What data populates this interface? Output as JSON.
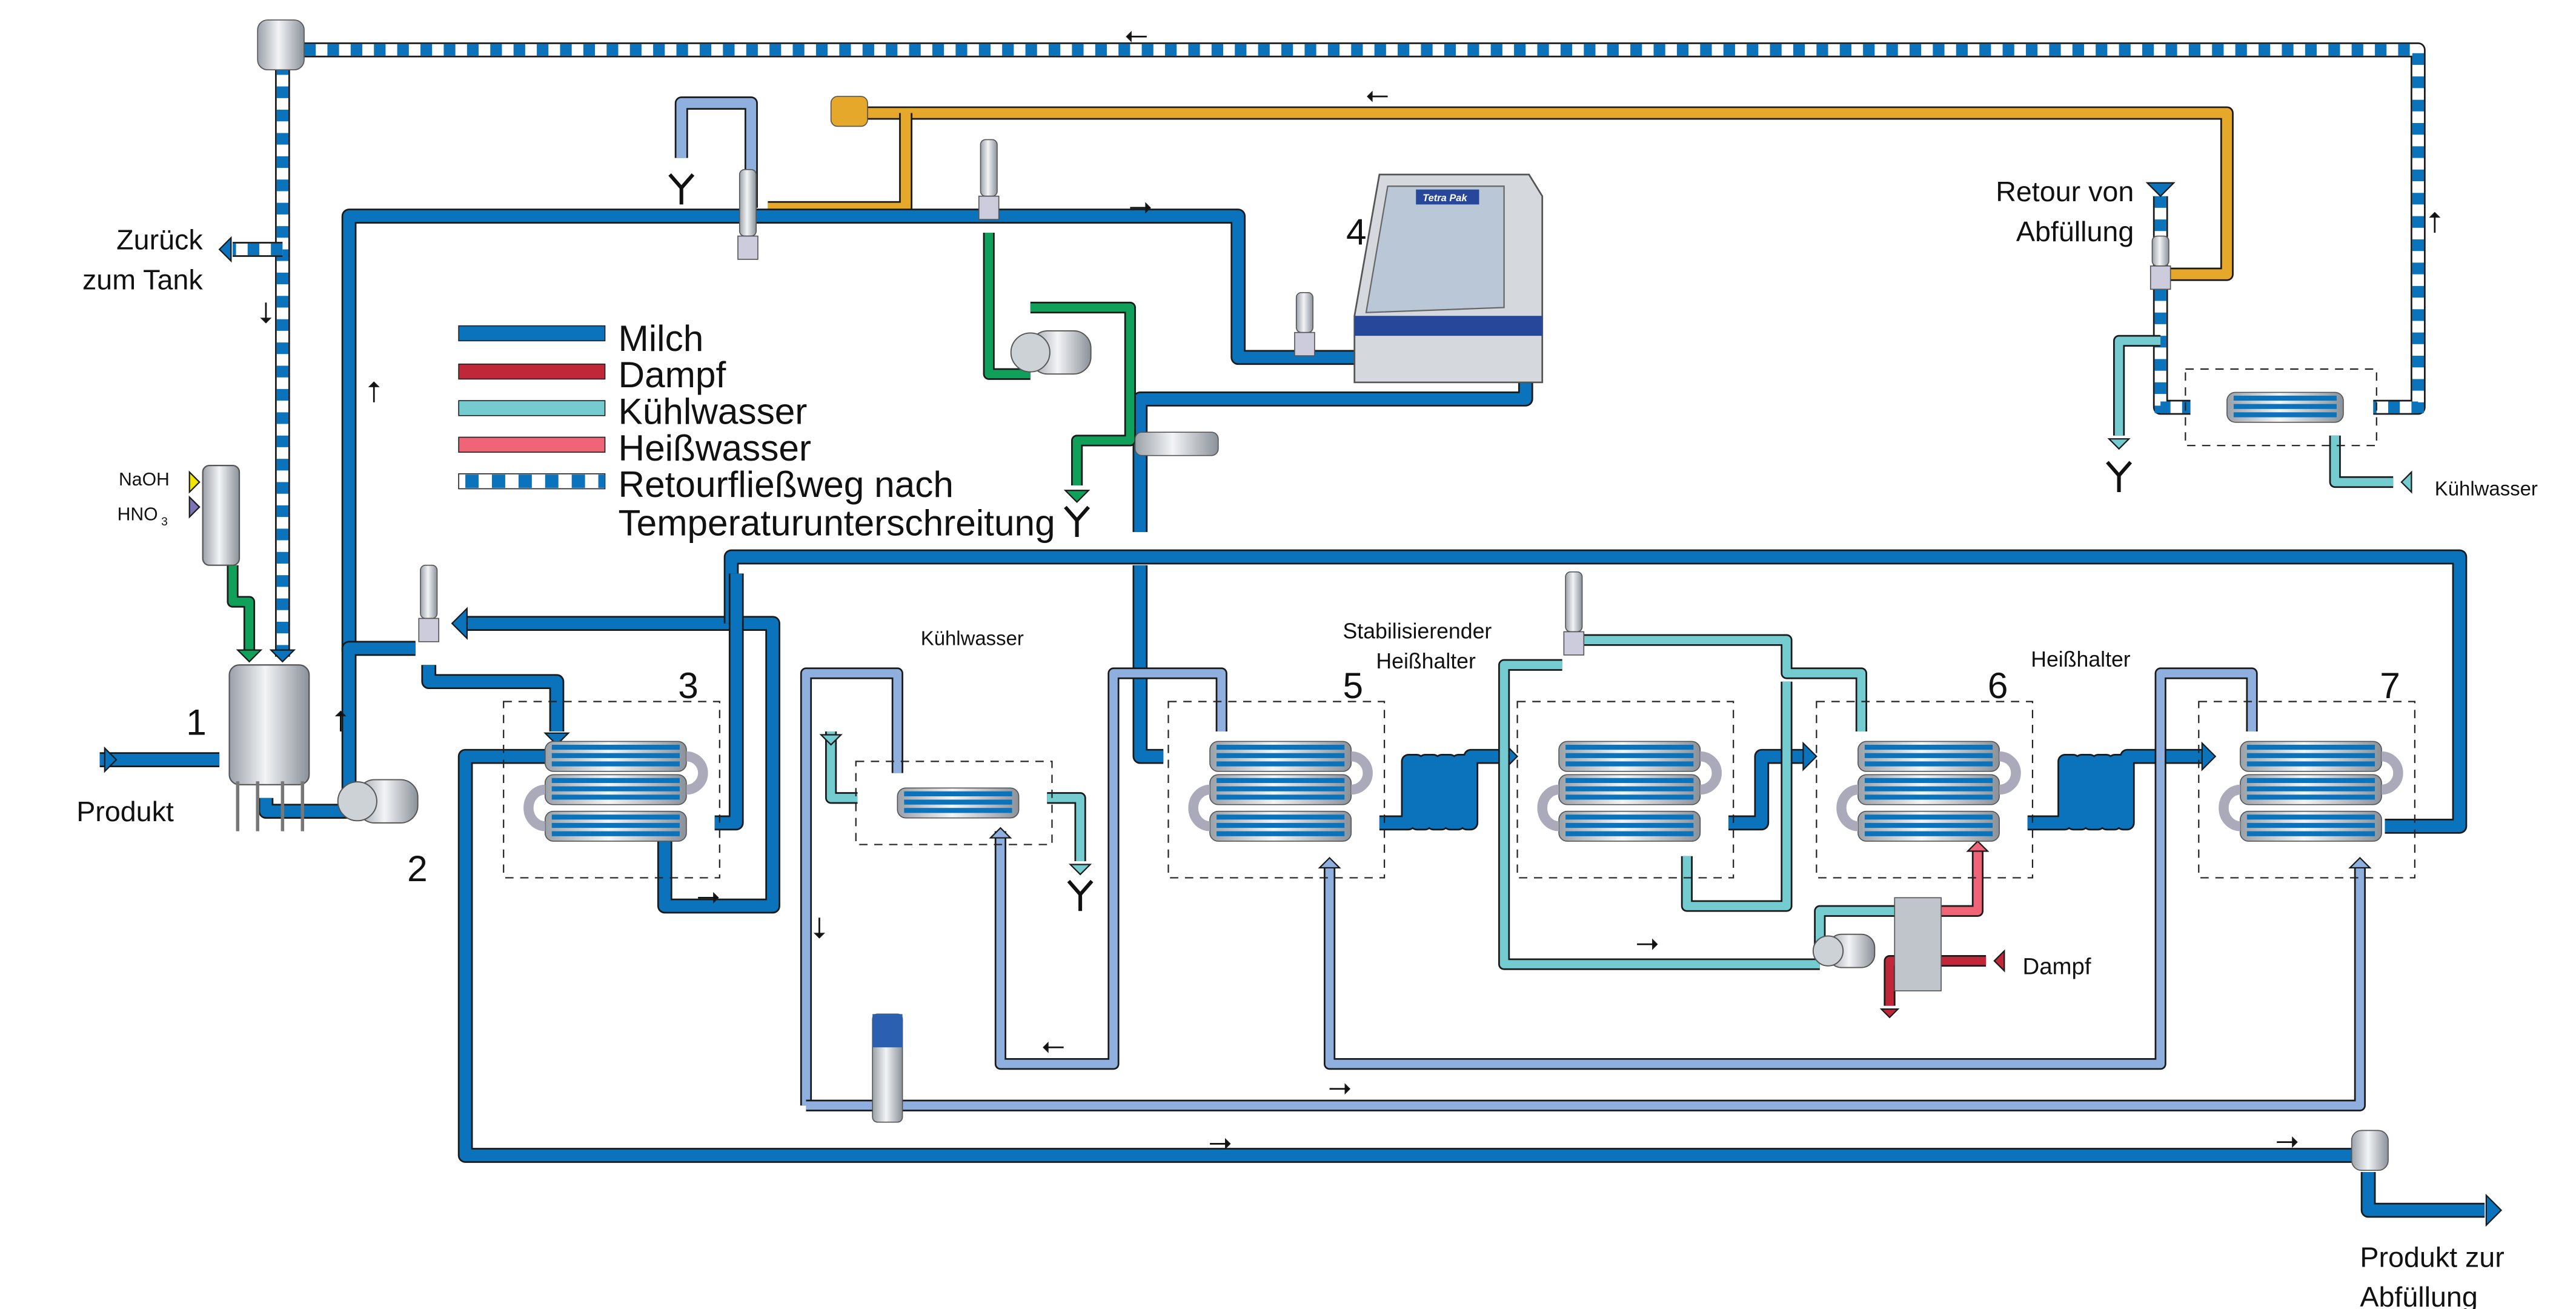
{
  "colors": {
    "milk": "#0a73bb",
    "steam": "#c0283a",
    "cooling_water": "#74cbd0",
    "hot_water": "#ef6577",
    "return_path": "#0a73bb",
    "cleaning_return": "#e6a82a",
    "chemical": "#10a05a",
    "service_water": "#8fb0de"
  },
  "legend": [
    {
      "label": "Milch",
      "style": "milk"
    },
    {
      "label": "Dampf",
      "style": "steam"
    },
    {
      "label": "Kühlwasser",
      "style": "cooling_water"
    },
    {
      "label": "Heißwasser",
      "style": "hot_water"
    },
    {
      "label": "Retourfließweg nach",
      "label2": "Temperaturunterschreitung",
      "style": "return_path"
    }
  ],
  "labels": {
    "back_to_tank_1": "Zurück",
    "back_to_tank_2": "zum Tank",
    "return_from_filling_1": "Retour von",
    "return_from_filling_2": "Abfüllung",
    "cooling_water_right": "Kühlwasser",
    "cooling_water_mid": "Kühlwasser",
    "naoh": "NaOH",
    "hno3": "HNO",
    "hno3_sub": "3",
    "product": "Produkt",
    "product_to_filling_1": "Produkt zur",
    "product_to_filling_2": "Abfüllung",
    "stabilizing_holder_1": "Stabilisierender",
    "stabilizing_holder_2": "Heißhalter",
    "holder": "Heißhalter",
    "steam": "Dampf",
    "machine_brand": "Tetra Pak"
  },
  "numbers": [
    "1",
    "2",
    "3",
    "4",
    "5",
    "6",
    "7"
  ]
}
